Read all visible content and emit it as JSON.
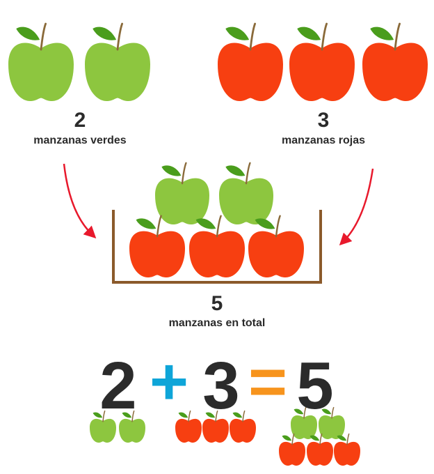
{
  "colors": {
    "green_apple": "#8dc63f",
    "red_apple": "#f73f11",
    "stem": "#8a6a3a",
    "leaf": "#4a9d1c",
    "arrow": "#e8192c",
    "box": "#8b5a2b",
    "plus": "#0ea5d8",
    "equals": "#f7941d",
    "text": "#2b2b2b"
  },
  "groups": {
    "green": {
      "count": "2",
      "label": "manzanas verdes",
      "apples": 2
    },
    "red": {
      "count": "3",
      "label": "manzanas rojas",
      "apples": 3
    },
    "total": {
      "count": "5",
      "label": "manzanas en total",
      "green_apples": 2,
      "red_apples": 3
    }
  },
  "equation": {
    "left": "2",
    "plus": "+",
    "right": "3",
    "equals": "=",
    "result": "5"
  }
}
